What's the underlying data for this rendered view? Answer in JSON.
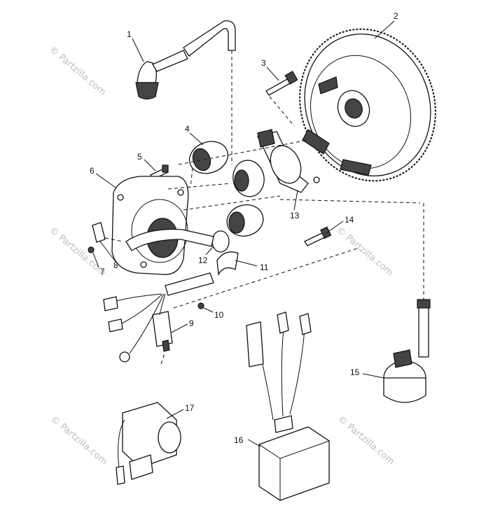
{
  "watermark": "© Partzilla.com",
  "callouts": [
    "1",
    "2",
    "3",
    "4",
    "5",
    "6",
    "7",
    "8",
    "9",
    "10",
    "11",
    "12",
    "13",
    "14",
    "15",
    "16",
    "17"
  ]
}
